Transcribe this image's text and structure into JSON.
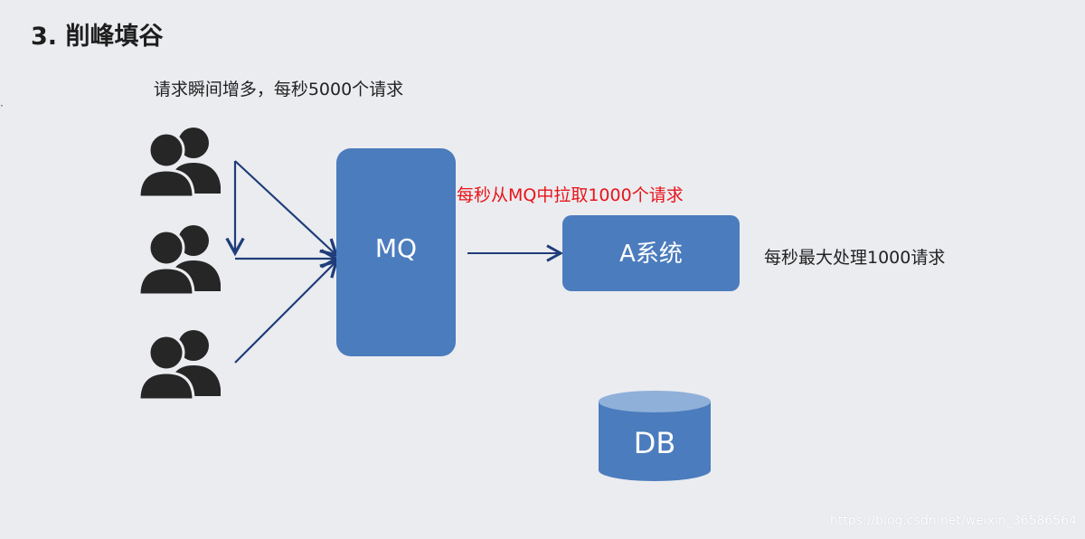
{
  "slide": {
    "title": "3. 削峰填谷",
    "request_note": "请求瞬间增多，每秒5000个请求"
  },
  "nodes": {
    "mq_label": "MQ",
    "system_label": "A系统",
    "db_label": "DB"
  },
  "annotations": {
    "pull_rate": "每秒从MQ中拉取1000个请求",
    "max_capacity": "每秒最大处理1000请求"
  },
  "watermark": "https://blog.csdn.net/weixin_36586564",
  "colors": {
    "background": "#ebecf0",
    "box_fill": "#4b7cbd",
    "db_top": "#8fb0d9",
    "arrow": "#1f3d7a",
    "user_icon": "#262626",
    "highlight_text": "#e8141a"
  }
}
